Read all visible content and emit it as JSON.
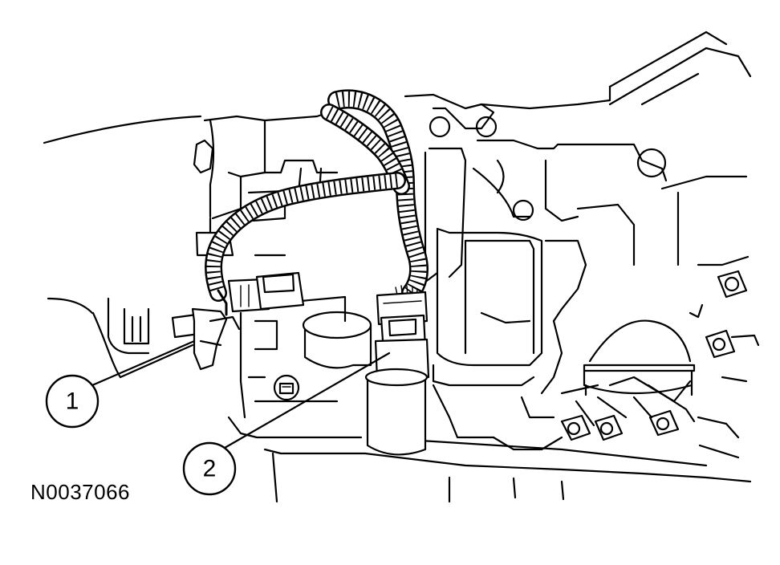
{
  "figure": {
    "id_label": "N0037066",
    "callouts": [
      {
        "number": "1"
      },
      {
        "number": "2"
      }
    ],
    "colors": {
      "ink": "#000000",
      "paper": "#ffffff"
    }
  }
}
